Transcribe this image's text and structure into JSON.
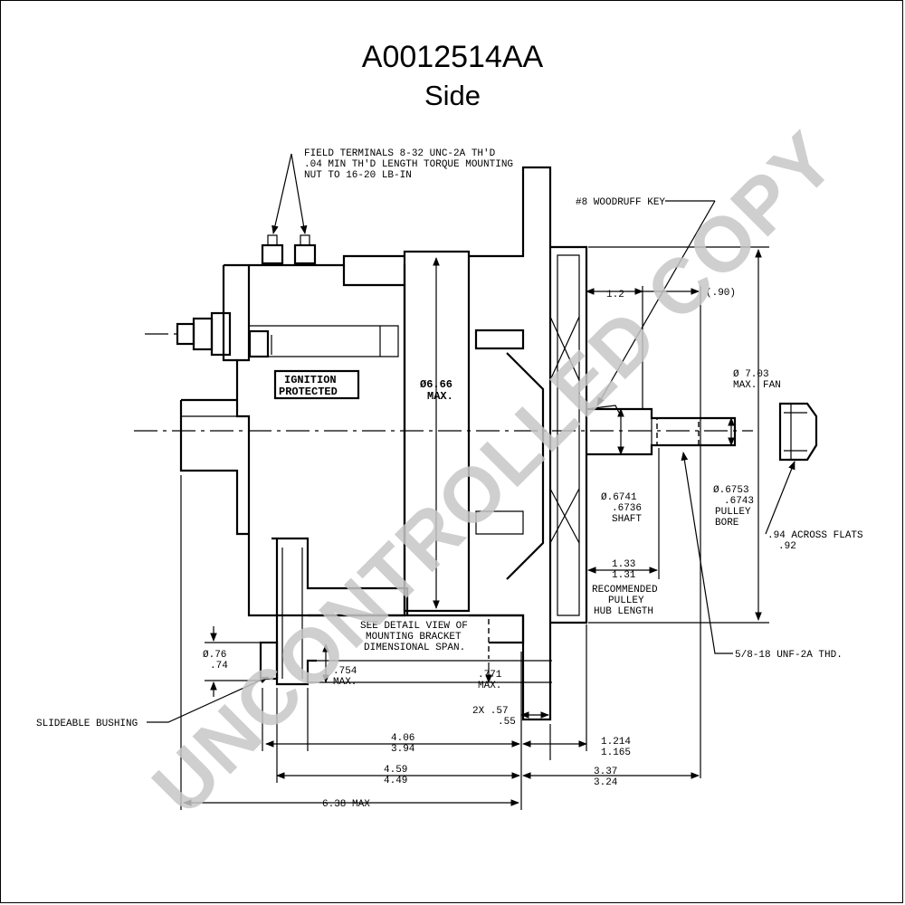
{
  "title": "A0012514AA",
  "subtitle": "Side",
  "watermark": "UNCONTROLLED COPY",
  "labels": {
    "field_terminals_1": "FIELD TERMINALS 8-32 UNC-2A TH'D",
    "field_terminals_2": ".04 MIN TH'D LENGTH TORQUE MOUNTING",
    "field_terminals_3": "NUT TO 16-20 LB-IN",
    "woodruff_key": "#8 WOODRUFF KEY",
    "dim_1_2": "1.2",
    "dim_90": "(.90)",
    "ignition_1": "IGNITION",
    "ignition_2": "PROTECTED",
    "dia_666": "Ø6.66",
    "max": "MAX.",
    "fan_dia": "Ø 7.03",
    "fan_max": "MAX. FAN",
    "shaft_1": "Ø.6741",
    "shaft_2": ".6736",
    "shaft_3": "SHAFT",
    "bore_1": "Ø.6753",
    "bore_2": ".6743",
    "bore_3": "PULLEY",
    "bore_4": "BORE",
    "flats_1": ".94 ACROSS FLATS",
    "flats_2": ".92",
    "hub_1": "1.33",
    "hub_2": "1.31",
    "rec_1": "RECOMMENDED",
    "rec_2": "PULLEY",
    "rec_3": "HUB LENGTH",
    "detail_1": "SEE DETAIL VIEW OF",
    "detail_2": "MOUNTING BRACKET",
    "detail_3": "DIMENSIONAL SPAN.",
    "thread": "5/8-18 UNF-2A THD.",
    "bush_1": "Ø.76",
    "bush_2": ".74",
    "d754_1": ".754",
    "d754_2": "MAX.",
    "d771_1": ".771",
    "d771_2": "MAX.",
    "d2x_1": "2X .57",
    "d2x_2": ".55",
    "slide": "SLIDEABLE BUSHING",
    "d406_1": "4.06",
    "d406_2": "3.94",
    "d1214_1": "1.214",
    "d1214_2": "1.165",
    "d459_1": "4.59",
    "d459_2": "4.49",
    "d337_1": "3.37",
    "d337_2": "3.24",
    "d638": "6.38 MAX"
  }
}
